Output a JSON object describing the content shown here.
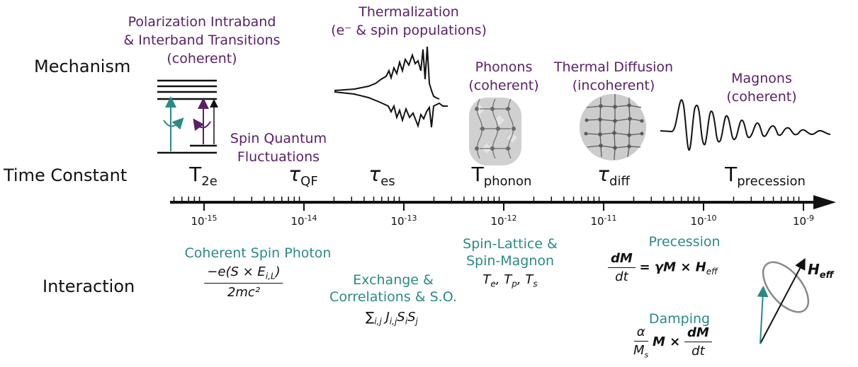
{
  "row_labels": {
    "mechanism": "Mechanism",
    "time_constant": "Time Constant",
    "interaction": "Interaction"
  },
  "mechanisms": {
    "polarization": [
      "Polarization Intraband",
      "& Interband Transitions",
      "(coherent)"
    ],
    "thermalization": [
      "Thermalization",
      "(e⁻ & spin populations)"
    ],
    "spin_qf": [
      "Spin Quantum",
      "Fluctuations"
    ],
    "phonons": [
      "Phonons",
      "(coherent)"
    ],
    "thermal_diffusion": [
      "Thermal Diffusion",
      "(incoherent)"
    ],
    "magnons": [
      "Magnons",
      "(coherent)"
    ]
  },
  "time_constants": [
    {
      "symbol": "T",
      "sub": "2e"
    },
    {
      "symbol": "τ",
      "sub": "QF"
    },
    {
      "symbol": "τ",
      "sub": "es"
    },
    {
      "symbol": "T",
      "sub": "phonon"
    },
    {
      "symbol": "τ",
      "sub": "diff"
    },
    {
      "symbol": "T",
      "sub": "precession"
    }
  ],
  "axis": {
    "ticks": [
      {
        "base": "10",
        "exp": "-15"
      },
      {
        "base": "10",
        "exp": "-14"
      },
      {
        "base": "10",
        "exp": "-13"
      },
      {
        "base": "10",
        "exp": "-12"
      },
      {
        "base": "10",
        "exp": "-11"
      },
      {
        "base": "10",
        "exp": "-10"
      },
      {
        "base": "10",
        "exp": "-9"
      }
    ]
  },
  "interactions": {
    "coherent_spin_photon": {
      "title": "Coherent Spin Photon",
      "numerator": "−e(S × E",
      "numerator_sub": "i,L",
      "numerator_end": ")",
      "denominator": "2mc²"
    },
    "exchange": {
      "title_lines": [
        "Exchange &",
        "Correlations & S.O."
      ],
      "formula": "∑",
      "formula_sub": "i,j",
      "formula_rest": " J",
      "formula_rest_sub": "i,j",
      "formula_s": "S",
      "formula_s_sub1": "i",
      "formula_s2": "S",
      "formula_s_sub2": "j"
    },
    "spin_lattice": {
      "title_lines": [
        "Spin-Lattice &",
        "Spin-Magnon"
      ],
      "formula_parts": [
        {
          "v": "T",
          "s": "e"
        },
        {
          "v": "T",
          "s": "p"
        },
        {
          "v": "T",
          "s": "s"
        }
      ]
    },
    "precession": {
      "title": "Precession",
      "num": "dM",
      "den": "dt",
      "rhs": "= γM × H",
      "rhs_sub": "eff"
    },
    "damping": {
      "title": "Damping",
      "coef_num": "α",
      "coef_den": "M",
      "coef_den_sub": "s",
      "mid": "M ×",
      "num": "dM",
      "den": "dt"
    },
    "heff_label": "H",
    "heff_sub": "eff"
  },
  "colors": {
    "purple": "#5a2068",
    "teal": "#2a8a86",
    "black": "#111111"
  }
}
